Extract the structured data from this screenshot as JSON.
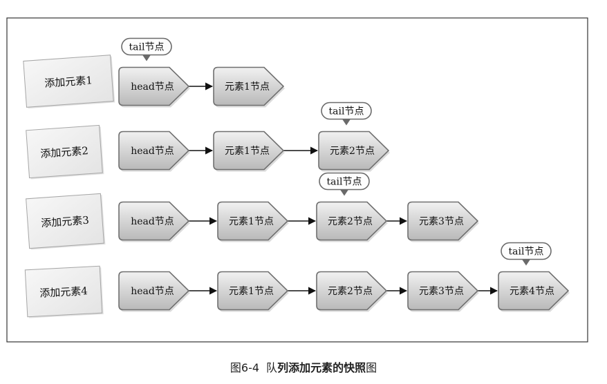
{
  "caption": {
    "number": "图6-4",
    "text_regular": "队",
    "text_bold": "列添加元素的快照",
    "text_end": "图"
  },
  "tail_label": "tail节点",
  "rows": [
    {
      "label": "添加元素1",
      "nodes": [
        "head节点",
        "元素1节点"
      ],
      "tail_index": 0
    },
    {
      "label": "添加元素2",
      "nodes": [
        "head节点",
        "元素1节点",
        "元素2节点"
      ],
      "tail_index": 2
    },
    {
      "label": "添加元素3",
      "nodes": [
        "head节点",
        "元素1节点",
        "元素2节点",
        "元素3节点"
      ],
      "tail_index": 2
    },
    {
      "label": "添加元素4",
      "nodes": [
        "head节点",
        "元素1节点",
        "元素2节点",
        "元素3节点",
        "元素4节点"
      ],
      "tail_index": 4
    }
  ]
}
